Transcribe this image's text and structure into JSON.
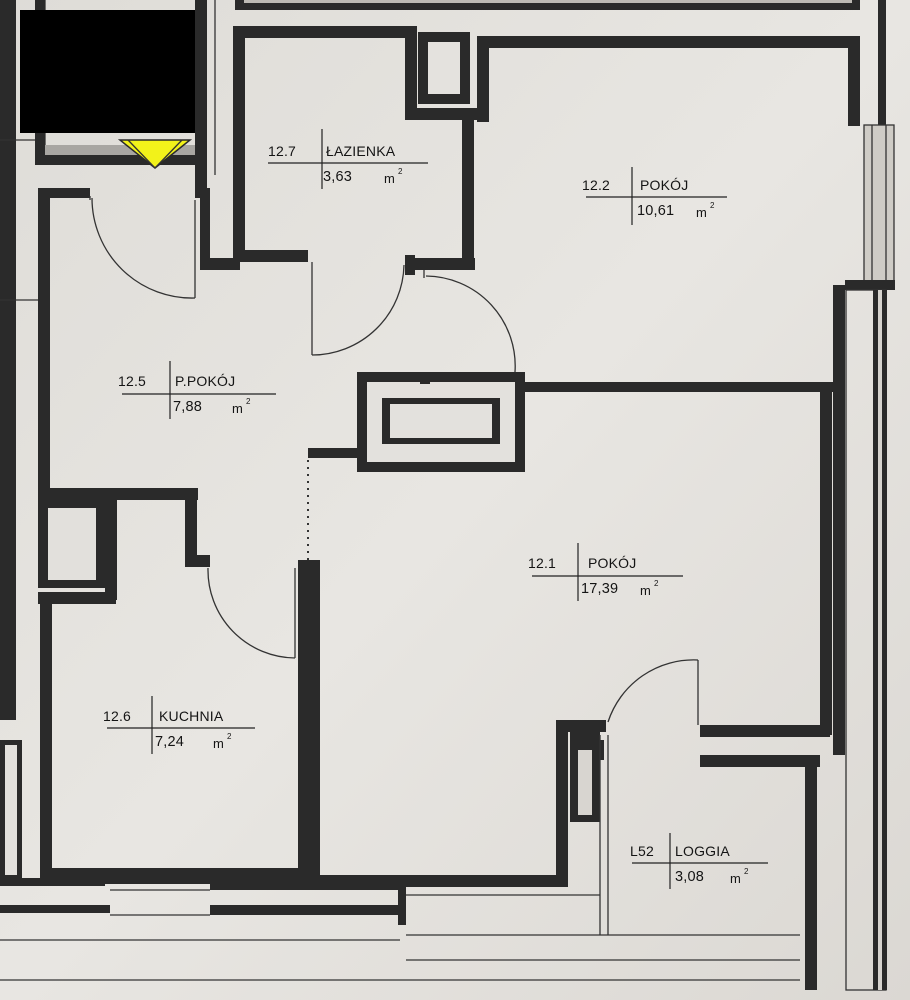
{
  "plan": {
    "rooms": [
      {
        "id": "lazienka",
        "number": "12.7",
        "name": "ŁAZIENKA",
        "area": "3,63",
        "unit": "m",
        "unit_sup": "2"
      },
      {
        "id": "pokoj-1",
        "number": "12.2",
        "name": "POKÓJ",
        "area": "10,61",
        "unit": "m",
        "unit_sup": "2"
      },
      {
        "id": "przedpokoj",
        "number": "12.5",
        "name": "P.POKÓJ",
        "area": "7,88",
        "unit": "m",
        "unit_sup": "2"
      },
      {
        "id": "pokoj-2",
        "number": "12.1",
        "name": "POKÓJ",
        "area": "17,39",
        "unit": "m",
        "unit_sup": "2"
      },
      {
        "id": "kuchnia",
        "number": "12.6",
        "name": "KUCHNIA",
        "area": "7,24",
        "unit": "m",
        "unit_sup": "2"
      },
      {
        "id": "loggia",
        "number": "L52",
        "name": "LOGGIA",
        "area": "3,08",
        "unit": "m",
        "unit_sup": "2"
      }
    ],
    "colors": {
      "paper": "#e6e4e0",
      "wall": "#2a2a2a",
      "entrance_marker": "#f2f21a",
      "redaction": "#000000"
    }
  }
}
